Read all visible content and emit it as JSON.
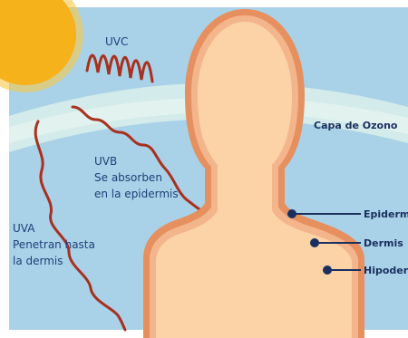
{
  "labels": {
    "uvc": "UVC",
    "uvb": "UVB",
    "uvb_desc": [
      "Se absorben",
      "en la epidermis"
    ],
    "uva": "UVA",
    "uva_desc": [
      "Penetran hasta",
      "la dermis"
    ],
    "ozone": "Capa de Ozono",
    "epidermis": "Epidermis",
    "dermis": "Dermis",
    "hipodermis": "Hipodermis"
  },
  "colors": {
    "sky": "#a9d2e8",
    "ozone_band": "#cfe8e6",
    "sun": "#f6b21a",
    "ray": "#a8301f",
    "epidermis_layer": "#e6905f",
    "dermis_layer": "#f3b58c",
    "body": "#fbd3a6",
    "marker": "#1a2f5f"
  },
  "icons": {
    "sun": "sun-icon"
  }
}
